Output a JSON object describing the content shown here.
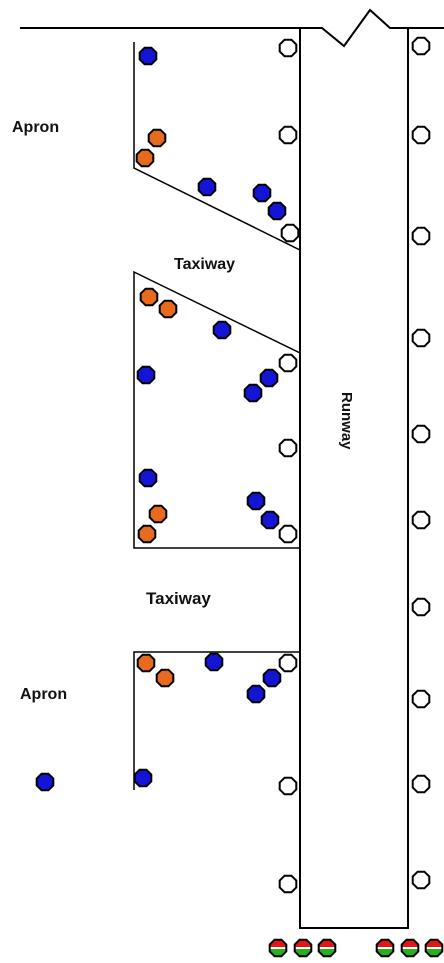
{
  "labels": {
    "apron_top": "Apron",
    "apron_bottom": "Apron",
    "taxiway_top": "Taxiway",
    "taxiway_middle": "Taxiway",
    "runway": "Runway"
  },
  "colors": {
    "line": "#000000",
    "white_light_fill": "#ffffff",
    "blue_light": "#1414d6",
    "orange_light": "#e86a1f",
    "threshold_red": "#e01818",
    "threshold_green": "#21b121"
  },
  "light_types": [
    "white-edge-light",
    "blue-taxiway-light",
    "orange-apron-light",
    "red-green-threshold-light"
  ]
}
